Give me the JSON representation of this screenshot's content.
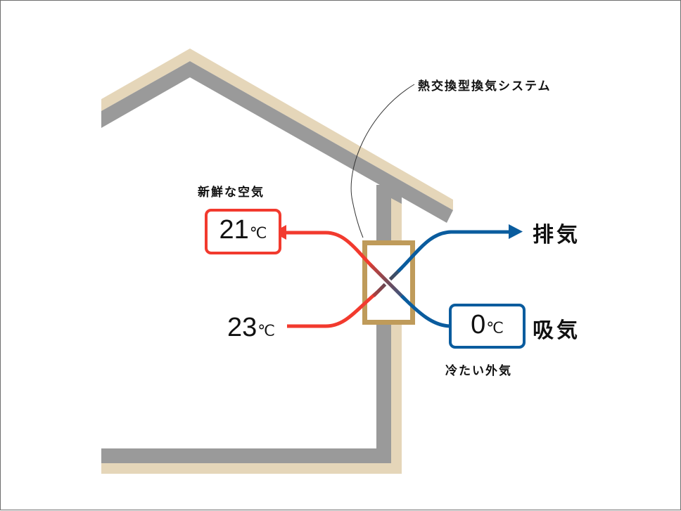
{
  "diagram": {
    "title_label": "熱交換型換気システム",
    "fresh_air_label": "新鮮な空気",
    "exhaust_label": "排気",
    "intake_label": "吸気",
    "cold_outside_air_label": "冷たい外気",
    "temperatures": {
      "supply_indoor": {
        "value": "21",
        "unit": "℃"
      },
      "return_indoor": {
        "value": "23",
        "unit": "℃"
      },
      "outside": {
        "value": "0",
        "unit": "℃"
      }
    },
    "colors": {
      "warm_air": "#f23a2e",
      "cold_air": "#0a5c9e",
      "wall_gray": "#9a9a9a",
      "wall_beige": "#e5d6b9",
      "exchanger_frame": "#bf9b5a",
      "leader_line": "#333333",
      "border": "#6e6e6e"
    }
  }
}
